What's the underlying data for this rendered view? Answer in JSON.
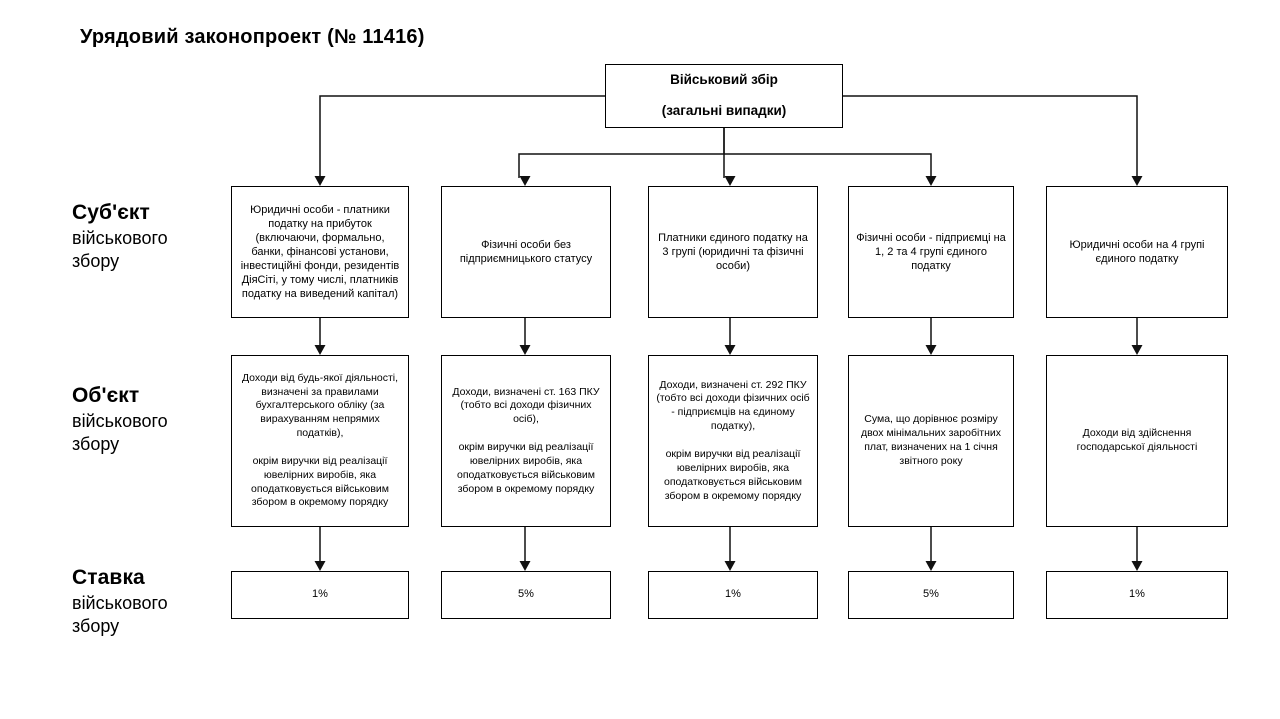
{
  "title": "Урядовий законопроект (№ 11416)",
  "root": {
    "line1": "Військовий збір",
    "line2": "(загальні випадки)"
  },
  "row_labels": [
    {
      "strong": "Суб'єкт",
      "rest": "військового\nзбору"
    },
    {
      "strong": "Об'єкт",
      "rest": "військового\nзбору"
    },
    {
      "strong": "Ставка",
      "rest": "військового\nзбору"
    }
  ],
  "columns": [
    {
      "subject": "Юридичні особи - платники податку на прибуток (включаючи, формально, банки, фінансові установи, інвестиційні фонди, резидентів ДіяСіті, у тому числі, платників податку на виведений капітал)",
      "object": "Доходи від будь-якої діяльності, визначені за правилами бухгалтерського обліку (за вирахуванням непрямих податків),\n\nокрім виручки від реалізації ювелірних виробів, яка оподатковується військовим збором в окремому порядку",
      "rate": "1%"
    },
    {
      "subject": "Фізичні особи без підприємницького статусу",
      "object": "Доходи, визначені ст. 163 ПКУ (тобто всі доходи фізичних осіб),\n\nокрім виручки від реалізації ювелірних виробів, яка оподатковується військовим збором в окремому порядку",
      "rate": "5%"
    },
    {
      "subject": "Платники єдиного податку на 3 групі (юридичні та фізичні особи)",
      "object": "Доходи, визначені ст. 292 ПКУ (тобто всі доходи фізичних осіб - підприємців на єдиному податку),\n\nокрім виручки від реалізації ювелірних виробів, яка оподатковується військовим збором в окремому порядку",
      "rate": "1%"
    },
    {
      "subject": "Фізичні особи - підприємці на 1, 2 та 4 групі єдиного податку",
      "object": "Сума, що дорівнює розміру двох мінімальних заробітних плат, визначених на 1 січня звітного року",
      "rate": "5%"
    },
    {
      "subject": "Юридичні особи на 4 групі єдиного податку",
      "object": "Доходи від здійснення господарської діяльності",
      "rate": "1%"
    }
  ],
  "colors": {
    "background": "#ffffff",
    "stroke": "#111111",
    "text": "#000000"
  }
}
